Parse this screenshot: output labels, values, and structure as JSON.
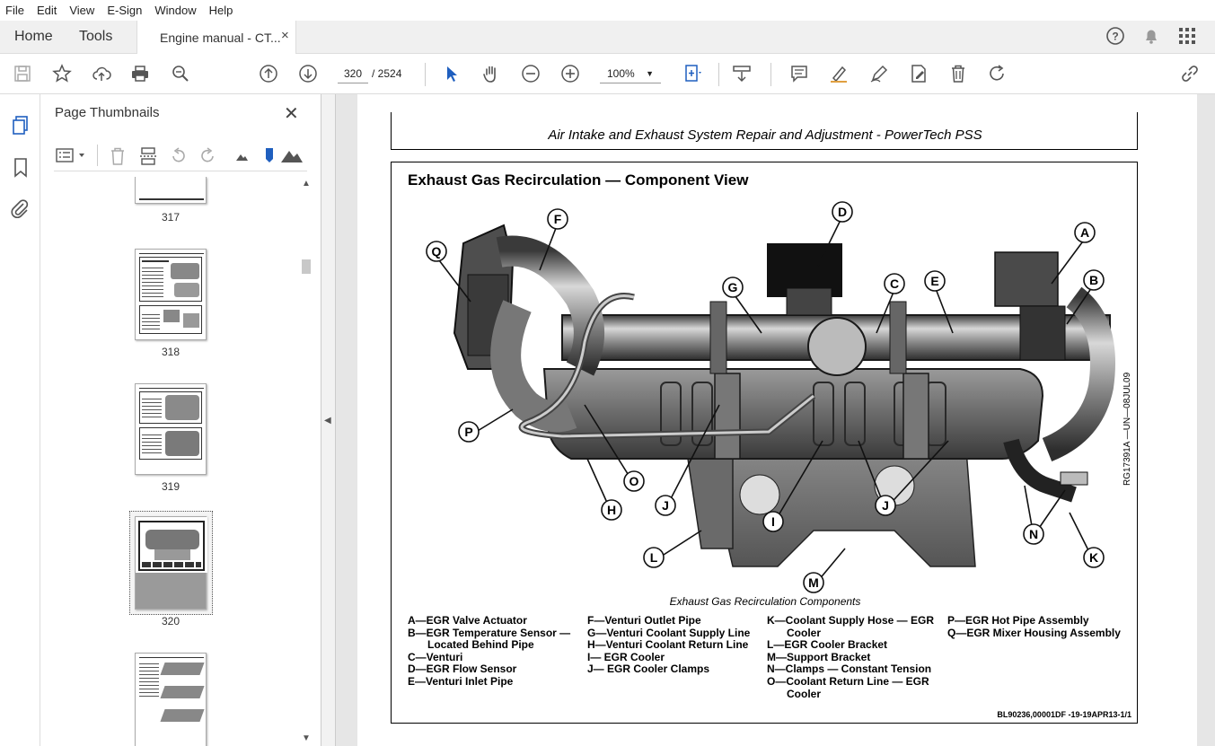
{
  "menu": [
    "File",
    "Edit",
    "View",
    "E-Sign",
    "Window",
    "Help"
  ],
  "tabs": {
    "home": "Home",
    "tools": "Tools",
    "doc": "Engine manual - CT...",
    "close": "×"
  },
  "toolbar": {
    "page_current": "320",
    "page_total": "/ 2524",
    "zoom": "100%"
  },
  "panel": {
    "title": "Page Thumbnails",
    "close": "✕"
  },
  "thumbnails": [
    {
      "label": "317"
    },
    {
      "label": "318"
    },
    {
      "label": "319"
    },
    {
      "label": "320"
    }
  ],
  "document": {
    "header": "Air Intake and Exhaust System Repair and Adjustment - PowerTech PSS",
    "figure_title": "Exhaust Gas Recirculation — Component View",
    "caption": "Exhaust Gas Recirculation Components",
    "legend": [
      [
        "A—EGR Valve Actuator",
        "B—EGR Temperature Sensor —",
        "      Located Behind Pipe",
        "C—Venturi",
        "D—EGR Flow Sensor",
        "E—Venturi Inlet Pipe"
      ],
      [
        "F—Venturi Outlet Pipe",
        "G—Venturi Coolant Supply Line",
        "H—Venturi Coolant Return Line",
        "I— EGR Cooler",
        "J— EGR Cooler Clamps"
      ],
      [
        "K—Coolant Supply Hose — EGR",
        "      Cooler",
        "L—EGR Cooler Bracket",
        "M—Support Bracket",
        "N—Clamps — Constant Tension",
        "O—Coolant Return Line — EGR",
        "      Cooler"
      ],
      [
        "P—EGR Hot Pipe Assembly",
        "Q—EGR Mixer Housing Assembly"
      ]
    ],
    "callouts": [
      "A",
      "B",
      "C",
      "D",
      "E",
      "F",
      "G",
      "H",
      "I",
      "J",
      "J",
      "K",
      "L",
      "M",
      "N",
      "O",
      "P",
      "Q"
    ],
    "side_code": "RG17391A —UN—08JUL09",
    "footer": "BL90236,00001DF -19-19APR13-1/1"
  }
}
